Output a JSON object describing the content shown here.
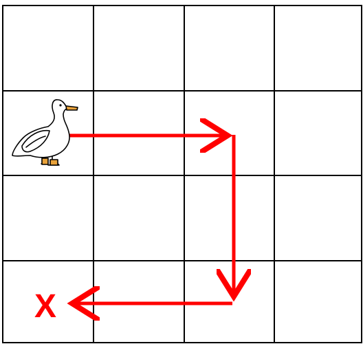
{
  "grid": {
    "rows": 4,
    "cols": 4,
    "line_color": "#000000"
  },
  "character": {
    "icon": "duck-icon",
    "cell": {
      "row": 2,
      "col": 1
    }
  },
  "path": {
    "color": "#ff0000",
    "cells": [
      {
        "row": 2,
        "col": 1
      },
      {
        "row": 2,
        "col": 3
      },
      {
        "row": 4,
        "col": 3
      },
      {
        "row": 4,
        "col": 1
      }
    ]
  },
  "target": {
    "label": "X",
    "color": "#ff0000",
    "cell": {
      "row": 4,
      "col": 1
    }
  }
}
